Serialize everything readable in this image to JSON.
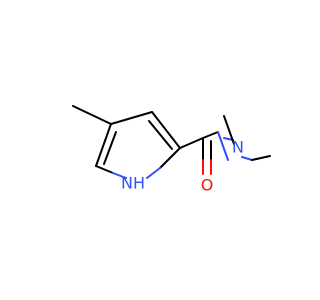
{
  "molecule": {
    "atoms": {
      "nh": {
        "text": "NH",
        "color": "#3050f8"
      },
      "n_amide": {
        "text": "N",
        "color": "#3050f8"
      },
      "o_carbonyl": {
        "text": "O",
        "color": "#ff0d0d"
      }
    },
    "colors": {
      "bond": "#000000",
      "nitrogen": "#3050f8",
      "oxygen": "#ff0d0d",
      "background": "#ffffff"
    }
  }
}
